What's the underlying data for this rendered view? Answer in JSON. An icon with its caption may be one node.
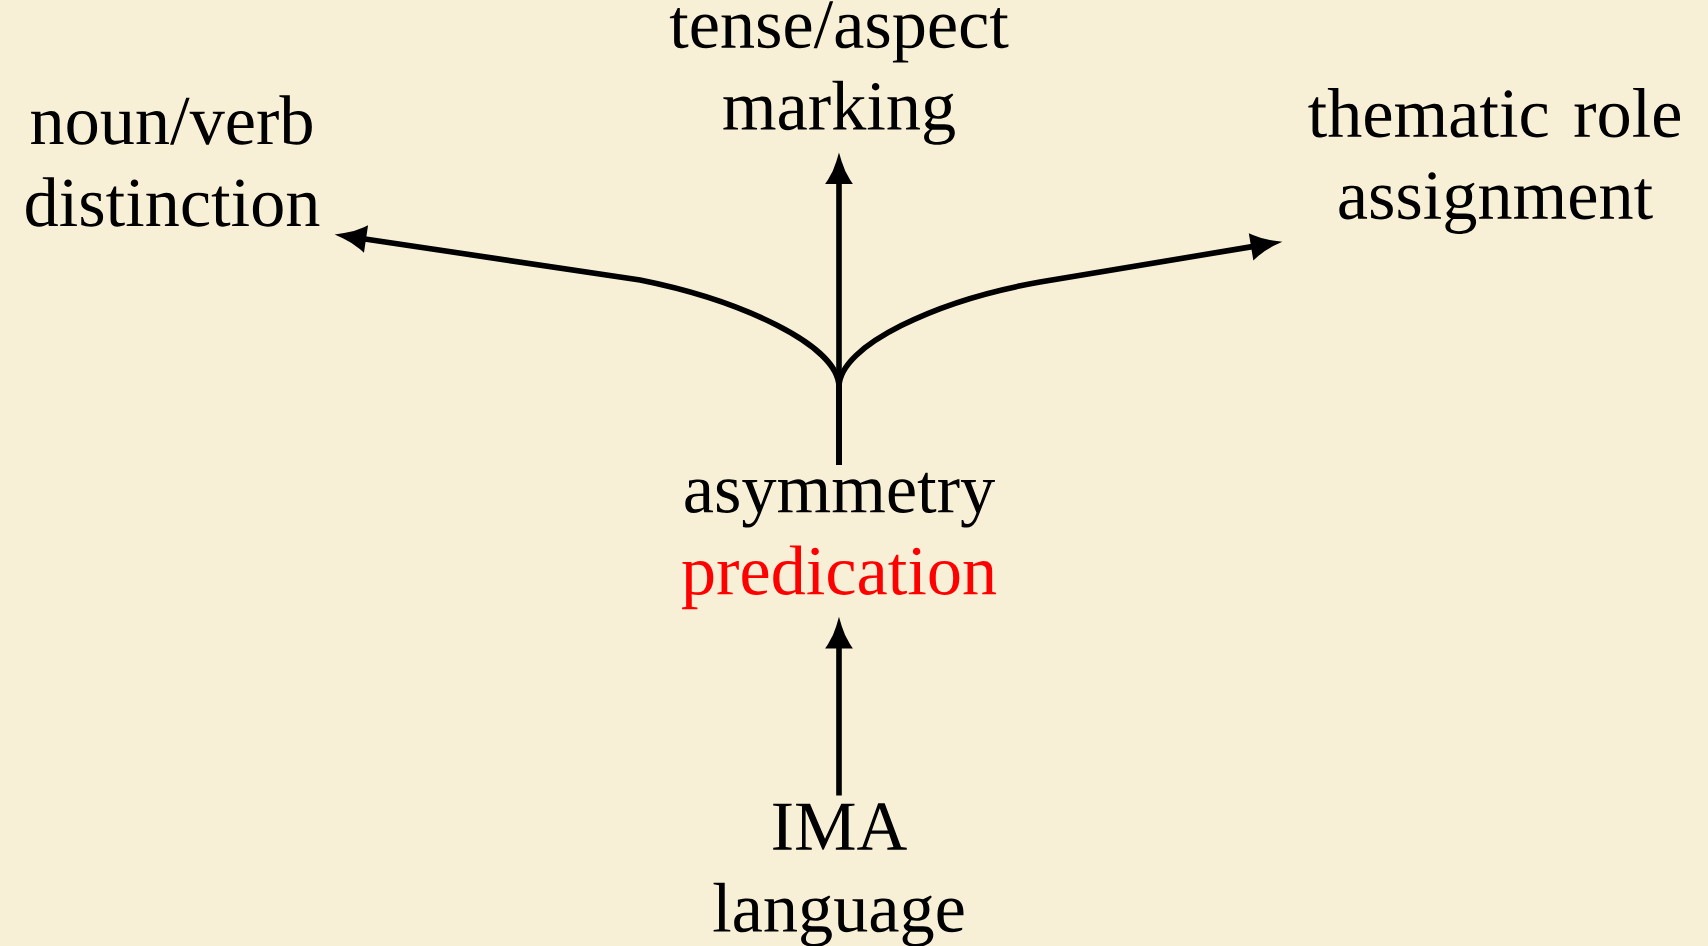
{
  "diagram": {
    "nodes": [
      {
        "text": [
          "noun/verb distinction"
        ]
      },
      {
        "text": [
          "tense/aspect marking"
        ]
      },
      {
        "text": [
          "thematic role assignment"
        ]
      },
      {
        "text": [
          "asymmetry",
          "predication"
        ]
      },
      {
        "text": [
          "IMA language"
        ]
      }
    ],
    "edges": [
      {
        "from": 3,
        "to": 0,
        "arrow": "to"
      },
      {
        "from": 3,
        "to": 1,
        "arrow": "to"
      },
      {
        "from": 3,
        "to": 2,
        "arrow": "to"
      },
      {
        "from": 4,
        "to": 3,
        "arrow": "to"
      }
    ]
  }
}
